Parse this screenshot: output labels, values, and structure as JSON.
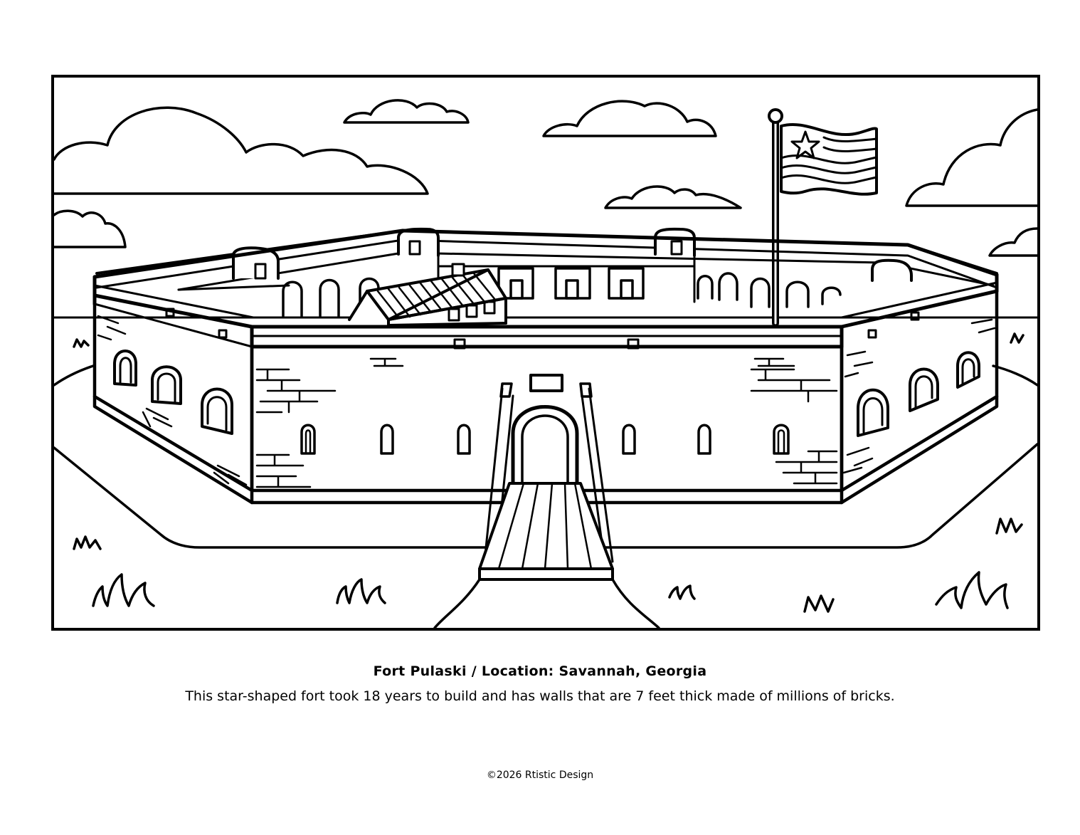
{
  "caption": {
    "title": "Fort Pulaski / Location: Savannah, Georgia",
    "description": "This star-shaped fort took 18 years to build and has walls that are 7 feet thick made of millions of bricks."
  },
  "footer": {
    "copyright": "©2026 Rtistic Design"
  },
  "colors": {
    "ink": "#000000",
    "paper": "#ffffff"
  }
}
